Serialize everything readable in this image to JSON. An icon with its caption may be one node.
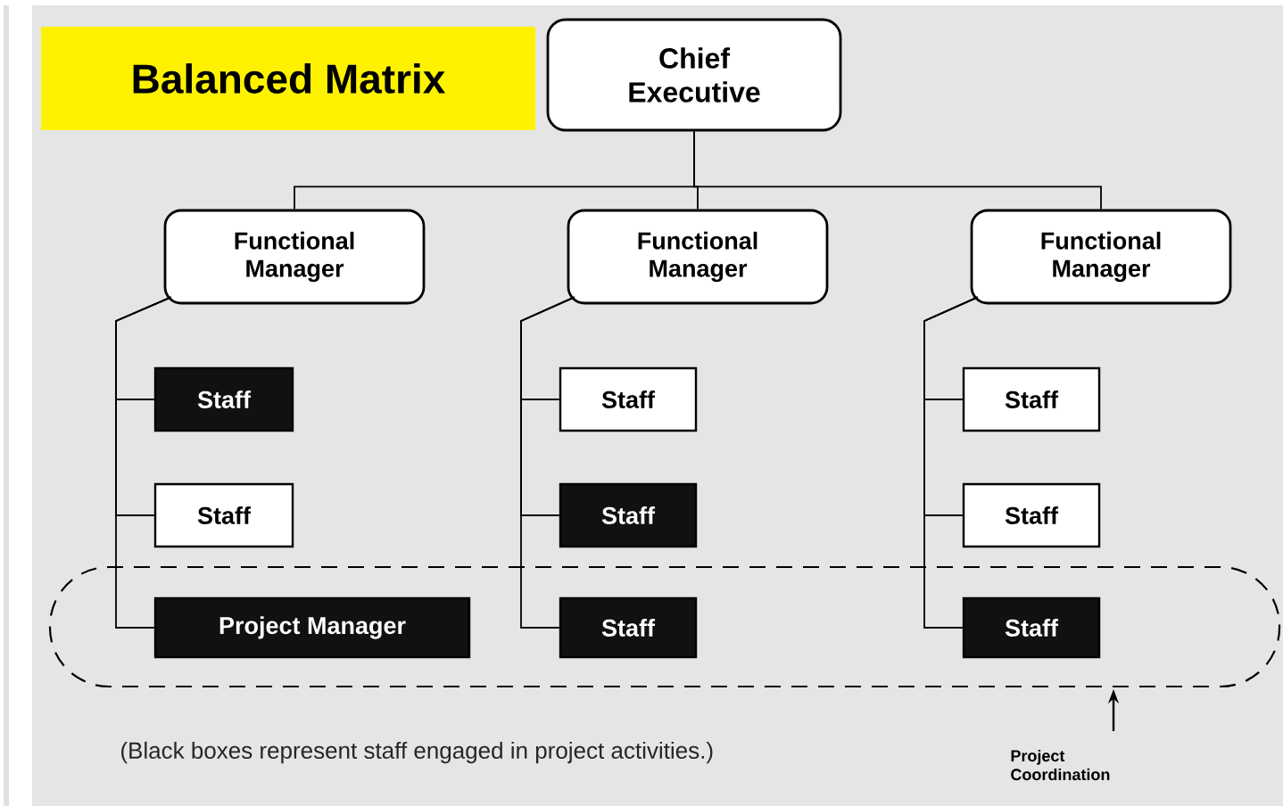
{
  "diagram": {
    "title": "Balanced Matrix",
    "nodes": [
      {
        "text": [
          "Chief Executive"
        ]
      },
      {
        "text": [
          "Functional Manager"
        ]
      },
      {
        "text": [
          "Functional Manager"
        ]
      },
      {
        "text": [
          "Functional Manager"
        ]
      },
      {
        "text": [
          "Staff"
        ]
      },
      {
        "text": [
          "Staff"
        ]
      },
      {
        "text": [
          "Staff"
        ]
      },
      {
        "text": [
          "Staff"
        ]
      },
      {
        "text": [
          "Staff"
        ]
      },
      {
        "text": [
          "Staff"
        ]
      },
      {
        "text": [],
        "shape": "box"
      },
      {
        "text": [
          "Project Manager"
        ],
        "in": 10
      },
      {
        "text": [
          "Staff"
        ],
        "in": 10
      },
      {
        "text": [
          "Staff"
        ],
        "in": 10
      },
      {
        "text": [
          "Project Coordination"
        ]
      }
    ],
    "edges": [
      {
        "from": 0,
        "to": 1,
        "arrow": "none"
      },
      {
        "from": 0,
        "to": 2,
        "arrow": "none"
      },
      {
        "from": 0,
        "to": 3,
        "arrow": "none"
      },
      {
        "from": 1,
        "to": 4,
        "arrow": "none"
      },
      {
        "from": 1,
        "to": 7,
        "arrow": "none"
      },
      {
        "from": 1,
        "to": 11,
        "arrow": "none"
      },
      {
        "from": 2,
        "to": 5,
        "arrow": "none"
      },
      {
        "from": 2,
        "to": 8,
        "arrow": "none"
      },
      {
        "from": 2,
        "to": 12,
        "arrow": "none"
      },
      {
        "from": 3,
        "to": 6,
        "arrow": "none"
      },
      {
        "from": 3,
        "to": 9,
        "arrow": "none"
      },
      {
        "from": 3,
        "to": 13,
        "arrow": "none"
      },
      {
        "from": 14,
        "to": 10,
        "arrow": "to"
      }
    ],
    "labels": [
      "(Black boxes represent staff engaged in project activities.)"
    ]
  }
}
